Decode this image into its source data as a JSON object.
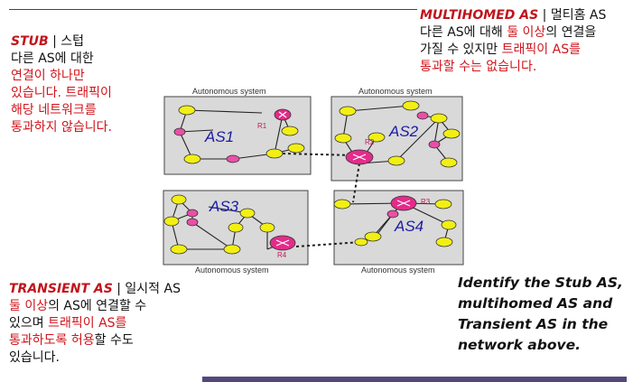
{
  "stub": {
    "term": "STUB",
    "sep": " | ",
    "word": "스텁",
    "l1": "다른 AS에 대한",
    "l2": "연결이 하나만",
    "l3": "있습니다. 트래픽이",
    "l4": "해당 네트워크를",
    "l5": "통과하지 않습니다."
  },
  "multihomed": {
    "term": "MULTIHOMED AS",
    "sep": " | ",
    "word": "멀티홈 AS",
    "l2a": "다른 AS에 대해 ",
    "l2b": "둘 이상",
    "l2c": "의 연결을",
    "l3a": "가질 수 있지만 ",
    "l3b": "트래픽이 AS를",
    "l4": "통과할 수는 없습니다."
  },
  "transient": {
    "term": "TRANSIENT AS",
    "sep": " | ",
    "word": "일시적 AS",
    "l2a": "둘 이상",
    "l2b": "의 AS에 연결할 수",
    "l3a": "있으며 ",
    "l3b": "트래픽이 AS를",
    "l4a": "통과하도록 허용",
    "l4b": "할 수도",
    "l5": "있습니다."
  },
  "question": "Identify the Stub AS, multihomed AS and Transient AS in the network above.",
  "diagram": {
    "caption": "Autonomous system",
    "as1": "AS1",
    "as2": "AS2",
    "as3": "AS3",
    "as4": "AS4",
    "r1": "R1",
    "r2": "R2",
    "r3": "R3",
    "r4": "R4"
  },
  "colors": {
    "highlight": "#d0141c",
    "as_label": "#1a1aa6",
    "router": "#e32c8a",
    "host": "#f2ef14",
    "box": "#d9d9d9"
  }
}
